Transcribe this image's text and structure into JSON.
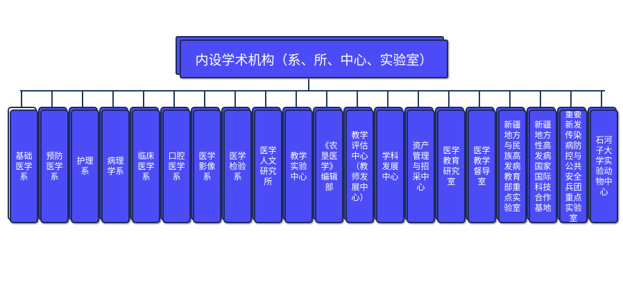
{
  "root": {
    "label": "内设学术机构（系、所、中心、实验室）"
  },
  "colors": {
    "fill": "#4c4cf6",
    "border": "#1e2a5a",
    "connector": "#1e3a5f"
  },
  "units": [
    {
      "label": "基础\n医学\n系"
    },
    {
      "label": "预防\n医学\n系"
    },
    {
      "label": "护理\n系"
    },
    {
      "label": "病理\n学系"
    },
    {
      "label": "临床\n医学\n系"
    },
    {
      "label": "口腔\n医学\n系"
    },
    {
      "label": "医学\n影像\n系"
    },
    {
      "label": "医学\n检验\n系"
    },
    {
      "label": "医学\n人文\n研究\n所"
    },
    {
      "label": "教学\n实验\n中心"
    },
    {
      "label": "《农\n垦医\n学》\n编辑\n部"
    },
    {
      "label": "教学\n评估\n中心\n（教\n师发\n展中\n心）"
    },
    {
      "label": "学科\n发展\n中心"
    },
    {
      "label": "资产\n管理\n与招\n采中\n心"
    },
    {
      "label": "医学\n教育\n研究\n室"
    },
    {
      "label": "医学\n教学\n督导\n室"
    },
    {
      "label": "新疆\n地方\n与民\n族高\n发病\n教育\n部重\n点实\n验室"
    },
    {
      "label": "新疆\n地方\n性高\n发病\n国家\n国际\n科技\n合作\n基地"
    },
    {
      "label": "重要\n新发\n传染\n病防\n控与\n公共\n安全\n兵团\n重点\n实验\n室"
    },
    {
      "label": "石河\n子大\n学实\n验动\n物中\n心"
    }
  ]
}
